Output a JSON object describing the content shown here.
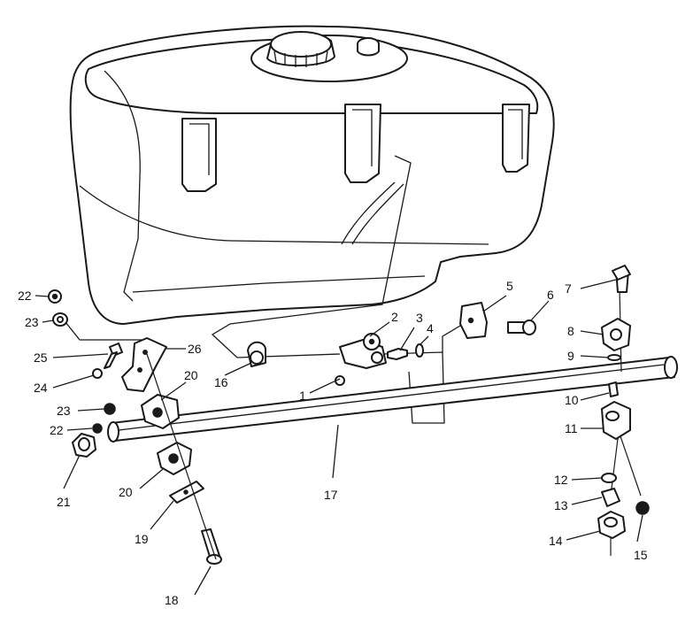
{
  "callouts": [
    "1",
    "2",
    "3",
    "4",
    "5",
    "6",
    "7",
    "8",
    "9",
    "10",
    "11",
    "12",
    "13",
    "14",
    "15",
    "16",
    "17",
    "18",
    "19",
    "20",
    "20",
    "21",
    "22",
    "22",
    "23",
    "23",
    "24",
    "25",
    "26"
  ],
  "icons": [
    "fuel-tank-icon",
    "filler-cap-icon",
    "pipe-icon",
    "bolt-icon",
    "nut-icon",
    "clamp-icon",
    "bracket-icon",
    "washer-icon"
  ]
}
